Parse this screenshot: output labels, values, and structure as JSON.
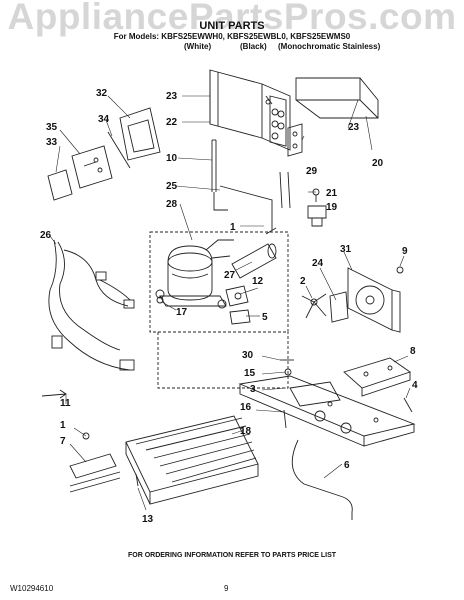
{
  "watermark": "AppliancePartsPros.com",
  "header": {
    "title": "UNIT PARTS",
    "subtitle": "For Models: KBFS25EWWH0, KBFS25EWBL0, KBFS25EWMS0",
    "variants": [
      "(White)",
      "(Black)",
      "(Monochromatic Stainless)"
    ]
  },
  "callouts": [
    "1",
    "1",
    "2",
    "3",
    "4",
    "5",
    "6",
    "7",
    "8",
    "9",
    "10",
    "11",
    "12",
    "13",
    "15",
    "16",
    "17",
    "18",
    "19",
    "20",
    "21",
    "22",
    "23",
    "23",
    "24",
    "25",
    "26",
    "27",
    "28",
    "29",
    "30",
    "31",
    "32",
    "33",
    "34",
    "35"
  ],
  "footer": {
    "note": "FOR ORDERING INFORMATION REFER TO PARTS PRICE LIST",
    "doc_number": "W10294610",
    "page": "9"
  }
}
